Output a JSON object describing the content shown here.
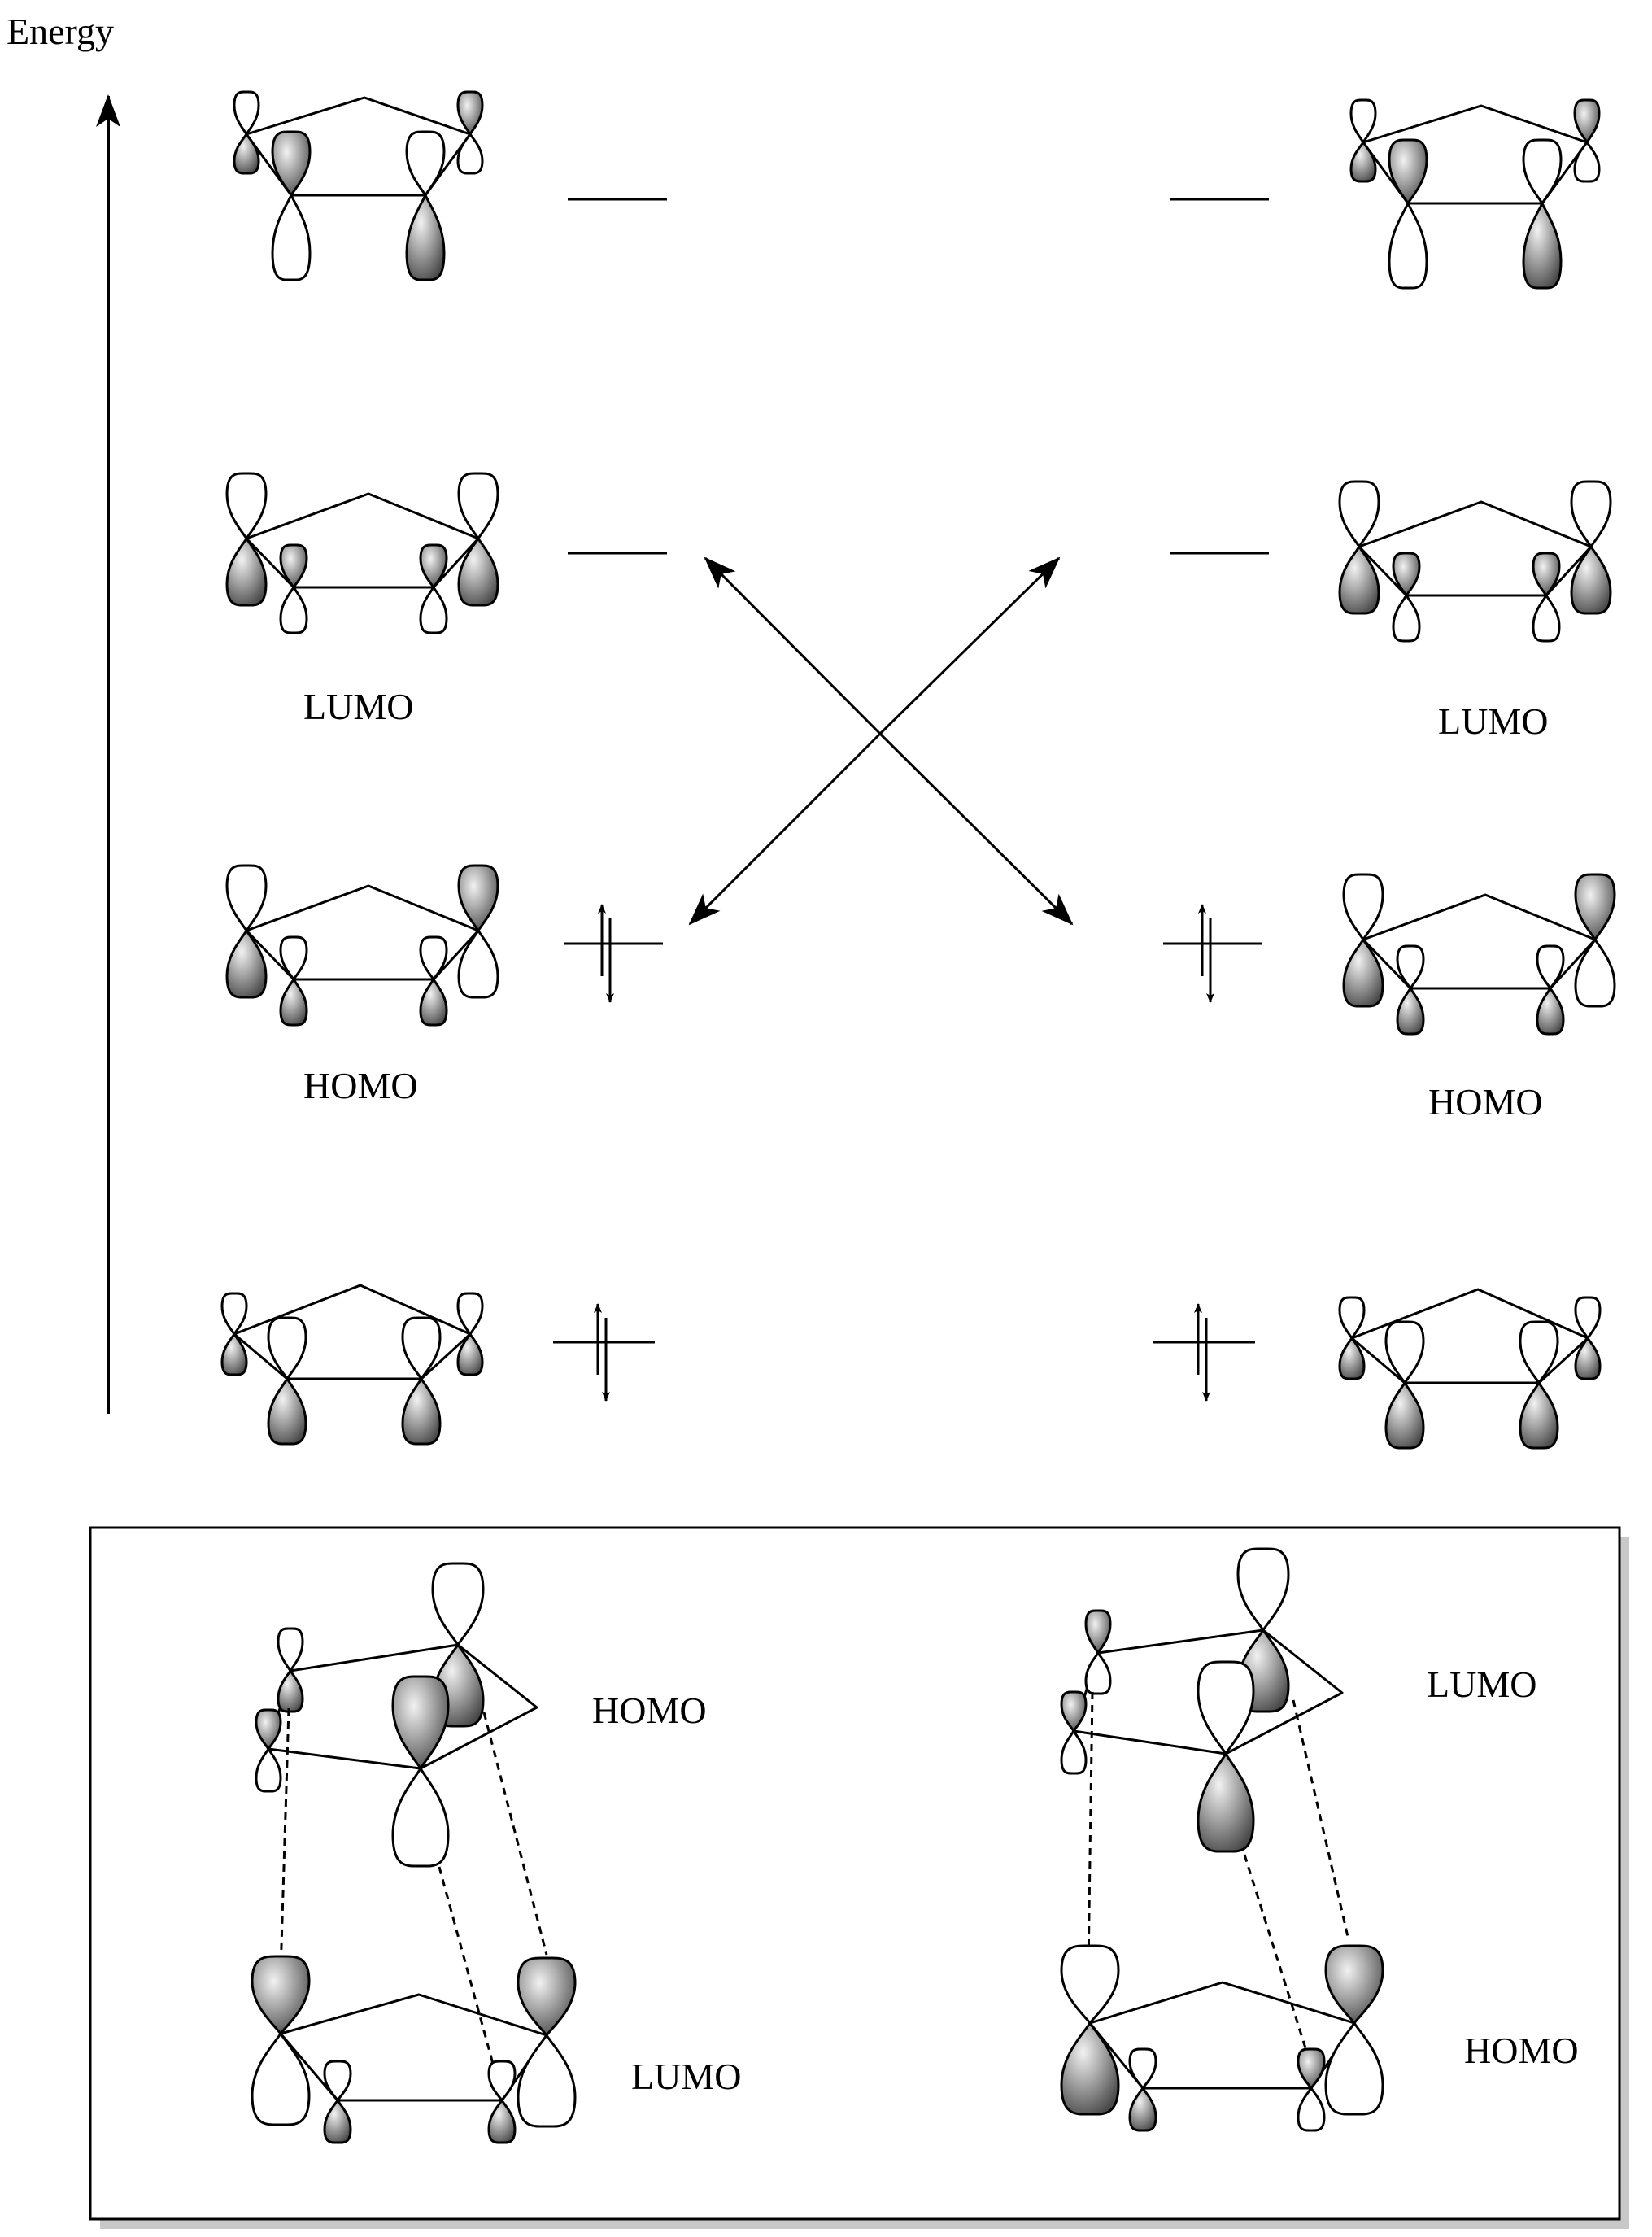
{
  "axis": {
    "label": "Energy"
  },
  "level_labels": {
    "left_lumo": "LUMO",
    "left_homo": "HOMO",
    "right_lumo": "LUMO",
    "right_homo": "HOMO"
  },
  "inset": {
    "left_top": "HOMO",
    "left_bottom": "LUMO",
    "right_top": "LUMO",
    "right_bottom": "HOMO"
  },
  "colors": {
    "ink": "#000000",
    "lobe_shade": "#8c8c8c",
    "lobe_light": "#f2f2f2",
    "box_shadow": "#c8c8c8"
  }
}
